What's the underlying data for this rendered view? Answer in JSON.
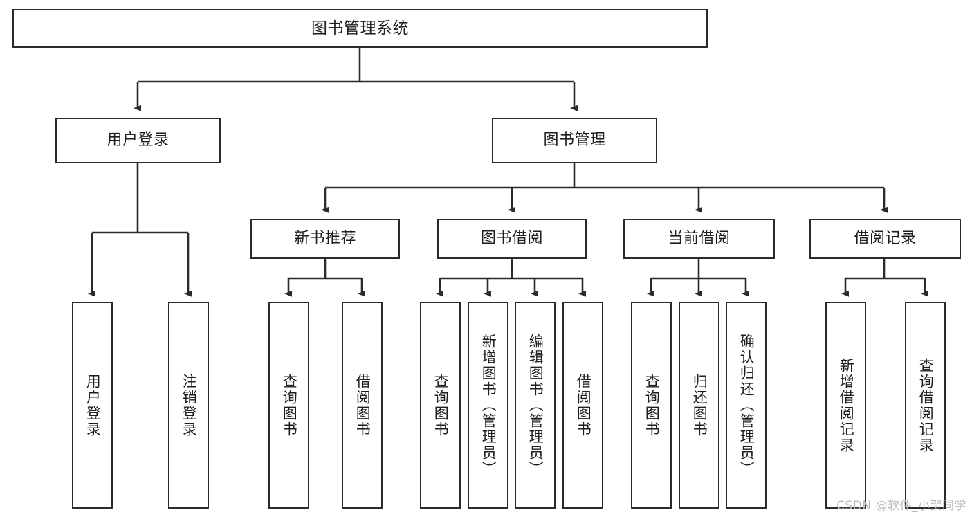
{
  "diagram": {
    "type": "tree",
    "title": "图书管理系统",
    "orientation": "top-down",
    "colors": {
      "background": "#ffffff",
      "box_border": "#2b2b2b",
      "box_fill": "#ffffff",
      "text": "#1e1e1e",
      "connector": "#2b2b2b",
      "watermark": "#b9b9b9"
    },
    "watermark": "CSDN @软件_小贺同学",
    "nodes": {
      "root": {
        "label": "图书管理系统"
      },
      "level2": [
        {
          "id": "user-login",
          "label": "用户登录"
        },
        {
          "id": "book-manage",
          "label": "图书管理"
        }
      ],
      "level3": [
        {
          "id": "new-book-recommend",
          "label": "新书推荐"
        },
        {
          "id": "book-borrow",
          "label": "图书借阅"
        },
        {
          "id": "current-borrow",
          "label": "当前借阅"
        },
        {
          "id": "borrow-record",
          "label": "借阅记录"
        }
      ],
      "leaves": {
        "user_login": [
          {
            "id": "leaf-user-login",
            "label": "用户登录"
          },
          {
            "id": "leaf-logout-login",
            "label": "注销登录"
          }
        ],
        "new_book_recommend": [
          {
            "id": "leaf-query-book-1",
            "label": "查询图书"
          },
          {
            "id": "leaf-borrow-book-1",
            "label": "借阅图书"
          }
        ],
        "book_borrow": [
          {
            "id": "leaf-query-book-2",
            "label": "查询图书"
          },
          {
            "id": "leaf-add-book",
            "label": "新增图书（管理员）"
          },
          {
            "id": "leaf-edit-book",
            "label": "编辑图书（管理员）"
          },
          {
            "id": "leaf-borrow-book-2",
            "label": "借阅图书"
          }
        ],
        "current_borrow": [
          {
            "id": "leaf-query-book-3",
            "label": "查询图书"
          },
          {
            "id": "leaf-return-book",
            "label": "归还图书"
          },
          {
            "id": "leaf-confirm-return",
            "label": "确认归还（管理员）"
          }
        ],
        "borrow_record": [
          {
            "id": "leaf-add-record",
            "label": "新增借阅记录"
          },
          {
            "id": "leaf-query-record",
            "label": "查询借阅记录"
          }
        ]
      }
    }
  }
}
